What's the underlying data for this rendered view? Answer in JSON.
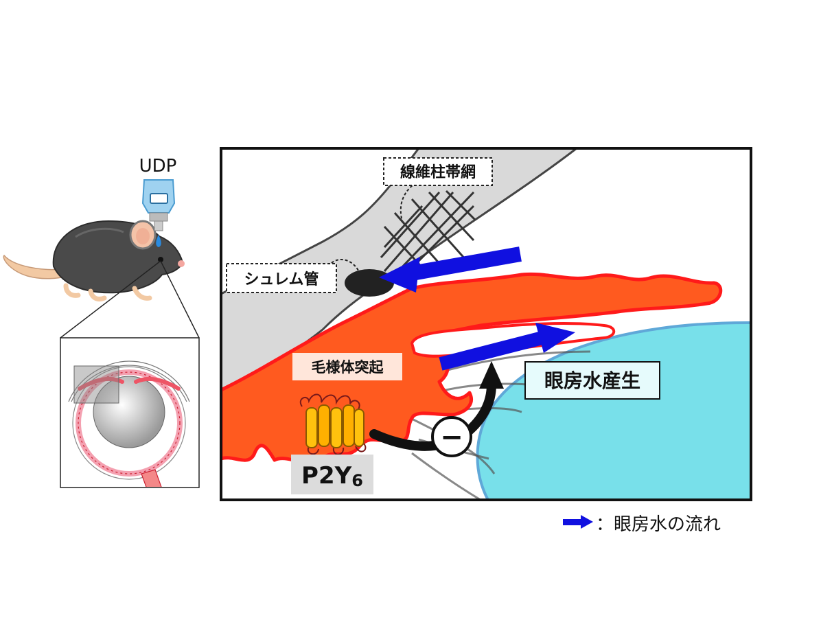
{
  "drug": {
    "label": "UDP"
  },
  "labels": {
    "trabecular": "線維柱帯網",
    "schlemm": "シュレム管",
    "ciliary": "毛様体突起",
    "production": "眼房水産生",
    "receptor_main": "P2Y",
    "receptor_sub": "6",
    "inhibition": "−"
  },
  "legend": {
    "text": "：眼房水の流れ"
  },
  "colors": {
    "flow_arrow": "#1010e0",
    "ciliary_body": "#ff5a1f",
    "ciliary_outline": "#ff1a1a",
    "lens": "#78e0ea",
    "sclera": "#d9d9d9",
    "receptor": "#ffc20e"
  }
}
